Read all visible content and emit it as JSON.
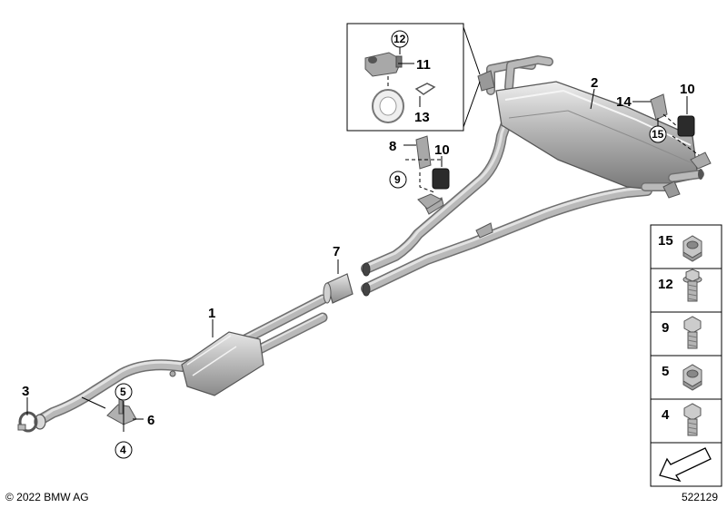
{
  "callouts": {
    "p1": "1",
    "p2": "2",
    "p3": "3",
    "p4": "4",
    "p5": "5",
    "p6": "6",
    "p7": "7",
    "p8": "8",
    "p9": "9",
    "p10a": "10",
    "p10b": "10",
    "p11": "11",
    "p12": "12",
    "p13": "13",
    "p14": "14",
    "p15": "15"
  },
  "legend": [
    {
      "num": "15",
      "icon": "hex-nut-icon"
    },
    {
      "num": "12",
      "icon": "flange-bolt-icon"
    },
    {
      "num": "9",
      "icon": "hex-bolt-icon"
    },
    {
      "num": "5",
      "icon": "hex-nut-icon"
    },
    {
      "num": "4",
      "icon": "hex-bolt-icon"
    }
  ],
  "footer": {
    "copyright": "© 2022 BMW AG",
    "diagram_id": "522129"
  },
  "colors": {
    "pipe_dark": "#6f6f6f",
    "pipe_mid": "#b9b9b9",
    "pipe_light": "#e2e2e2",
    "part_grey": "#9a9a9a",
    "rubber_dark": "#2b2b2b"
  }
}
